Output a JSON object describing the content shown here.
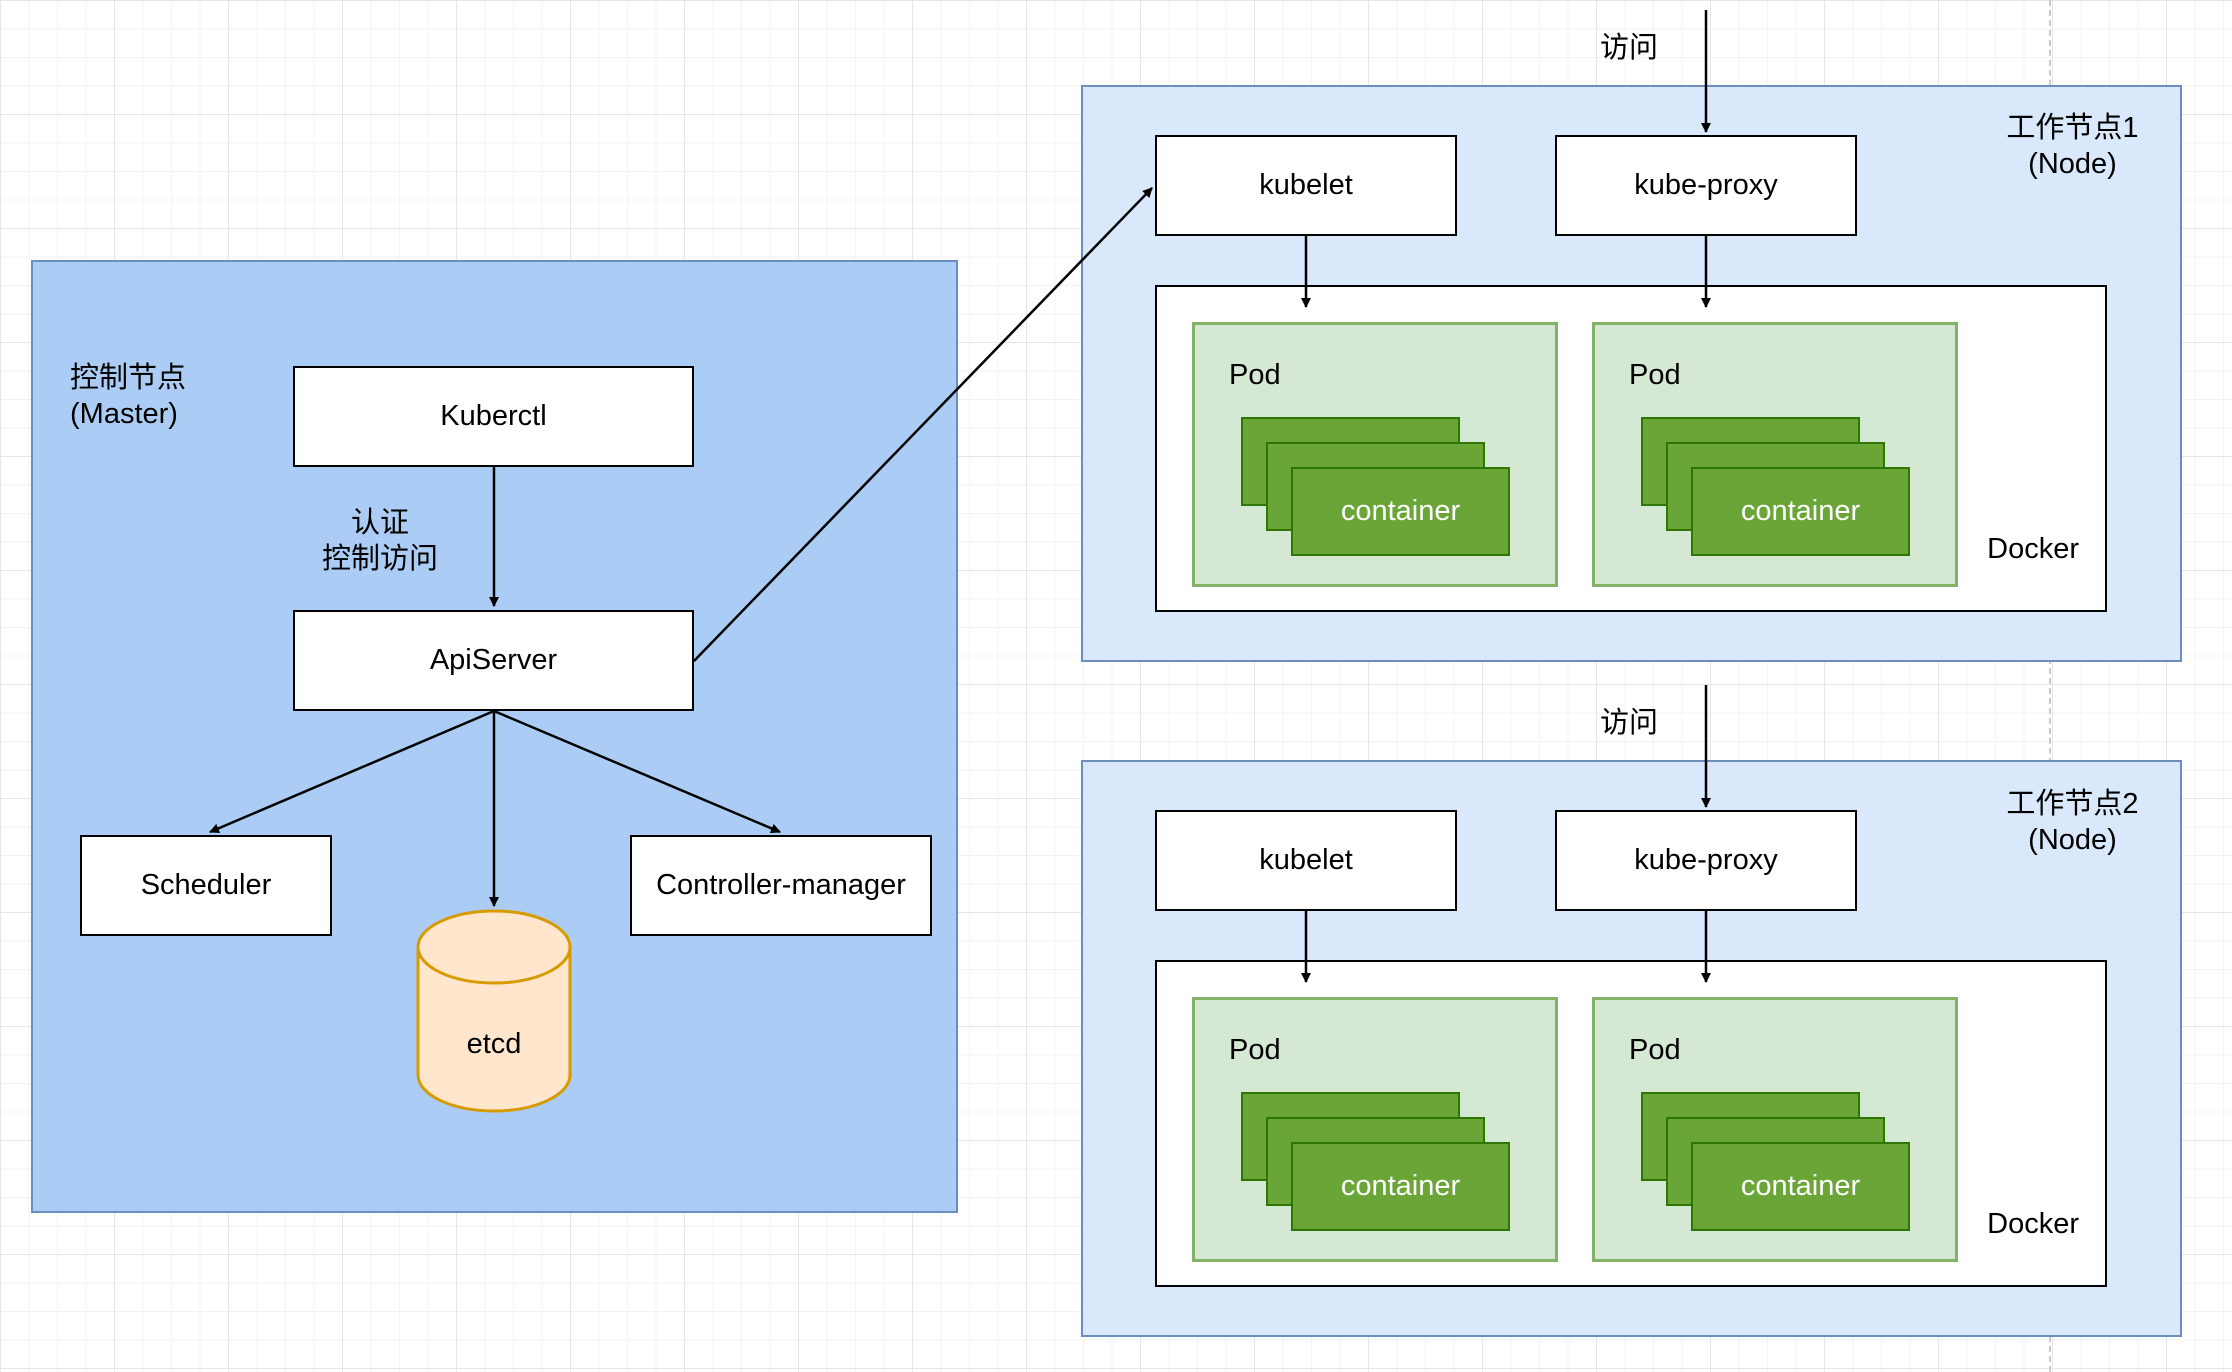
{
  "master": {
    "title_line1": "控制节点",
    "title_line2": "(Master)",
    "kubectl": "Kuberctl",
    "auth_line1": "认证",
    "auth_line2": "控制访问",
    "apiserver": "ApiServer",
    "scheduler": "Scheduler",
    "controller_manager": "Controller-manager",
    "etcd": "etcd"
  },
  "nodes": [
    {
      "title_line1": "工作节点1",
      "title_line2": "(Node)",
      "access_label": "访问",
      "kubelet": "kubelet",
      "kube_proxy": "kube-proxy",
      "docker": "Docker",
      "pods": [
        {
          "label": "Pod",
          "container": "container"
        },
        {
          "label": "Pod",
          "container": "container"
        }
      ]
    },
    {
      "title_line1": "工作节点2",
      "title_line2": "(Node)",
      "access_label": "访问",
      "kubelet": "kubelet",
      "kube_proxy": "kube-proxy",
      "docker": "Docker",
      "pods": [
        {
          "label": "Pod",
          "container": "container"
        },
        {
          "label": "Pod",
          "container": "container"
        }
      ]
    }
  ],
  "colors": {
    "master_fill": "#abcdf5",
    "master_border": "#6c8ebf",
    "node_fill": "#dae8fc",
    "pod_fill": "#d5e8d4",
    "pod_border": "#82b366",
    "container_fill": "#6aa637",
    "container_border": "#2d7600",
    "etcd_fill": "#ffe6cc",
    "etcd_border": "#d79b00"
  }
}
